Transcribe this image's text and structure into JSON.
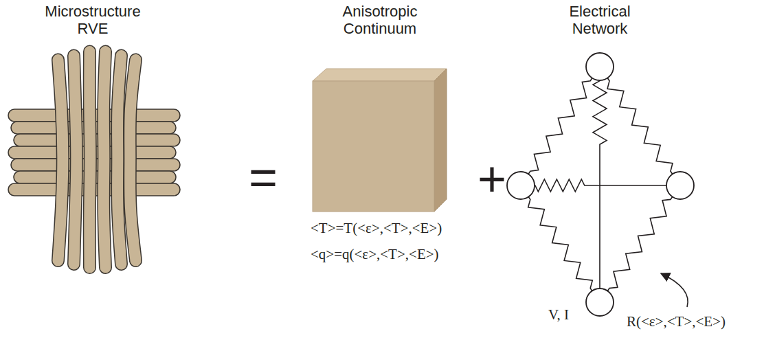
{
  "diagram": {
    "labels": [
      "Microstructure RVE",
      "Anisotropic Continuum",
      "Electrical Network",
      "=",
      "+",
      "<T>=T(<ε>,<T>,<E>)",
      "<q>=q(<ε>,<T>,<E>)",
      "V, I",
      "R(<ε>,<T>,<E>)"
    ]
  }
}
